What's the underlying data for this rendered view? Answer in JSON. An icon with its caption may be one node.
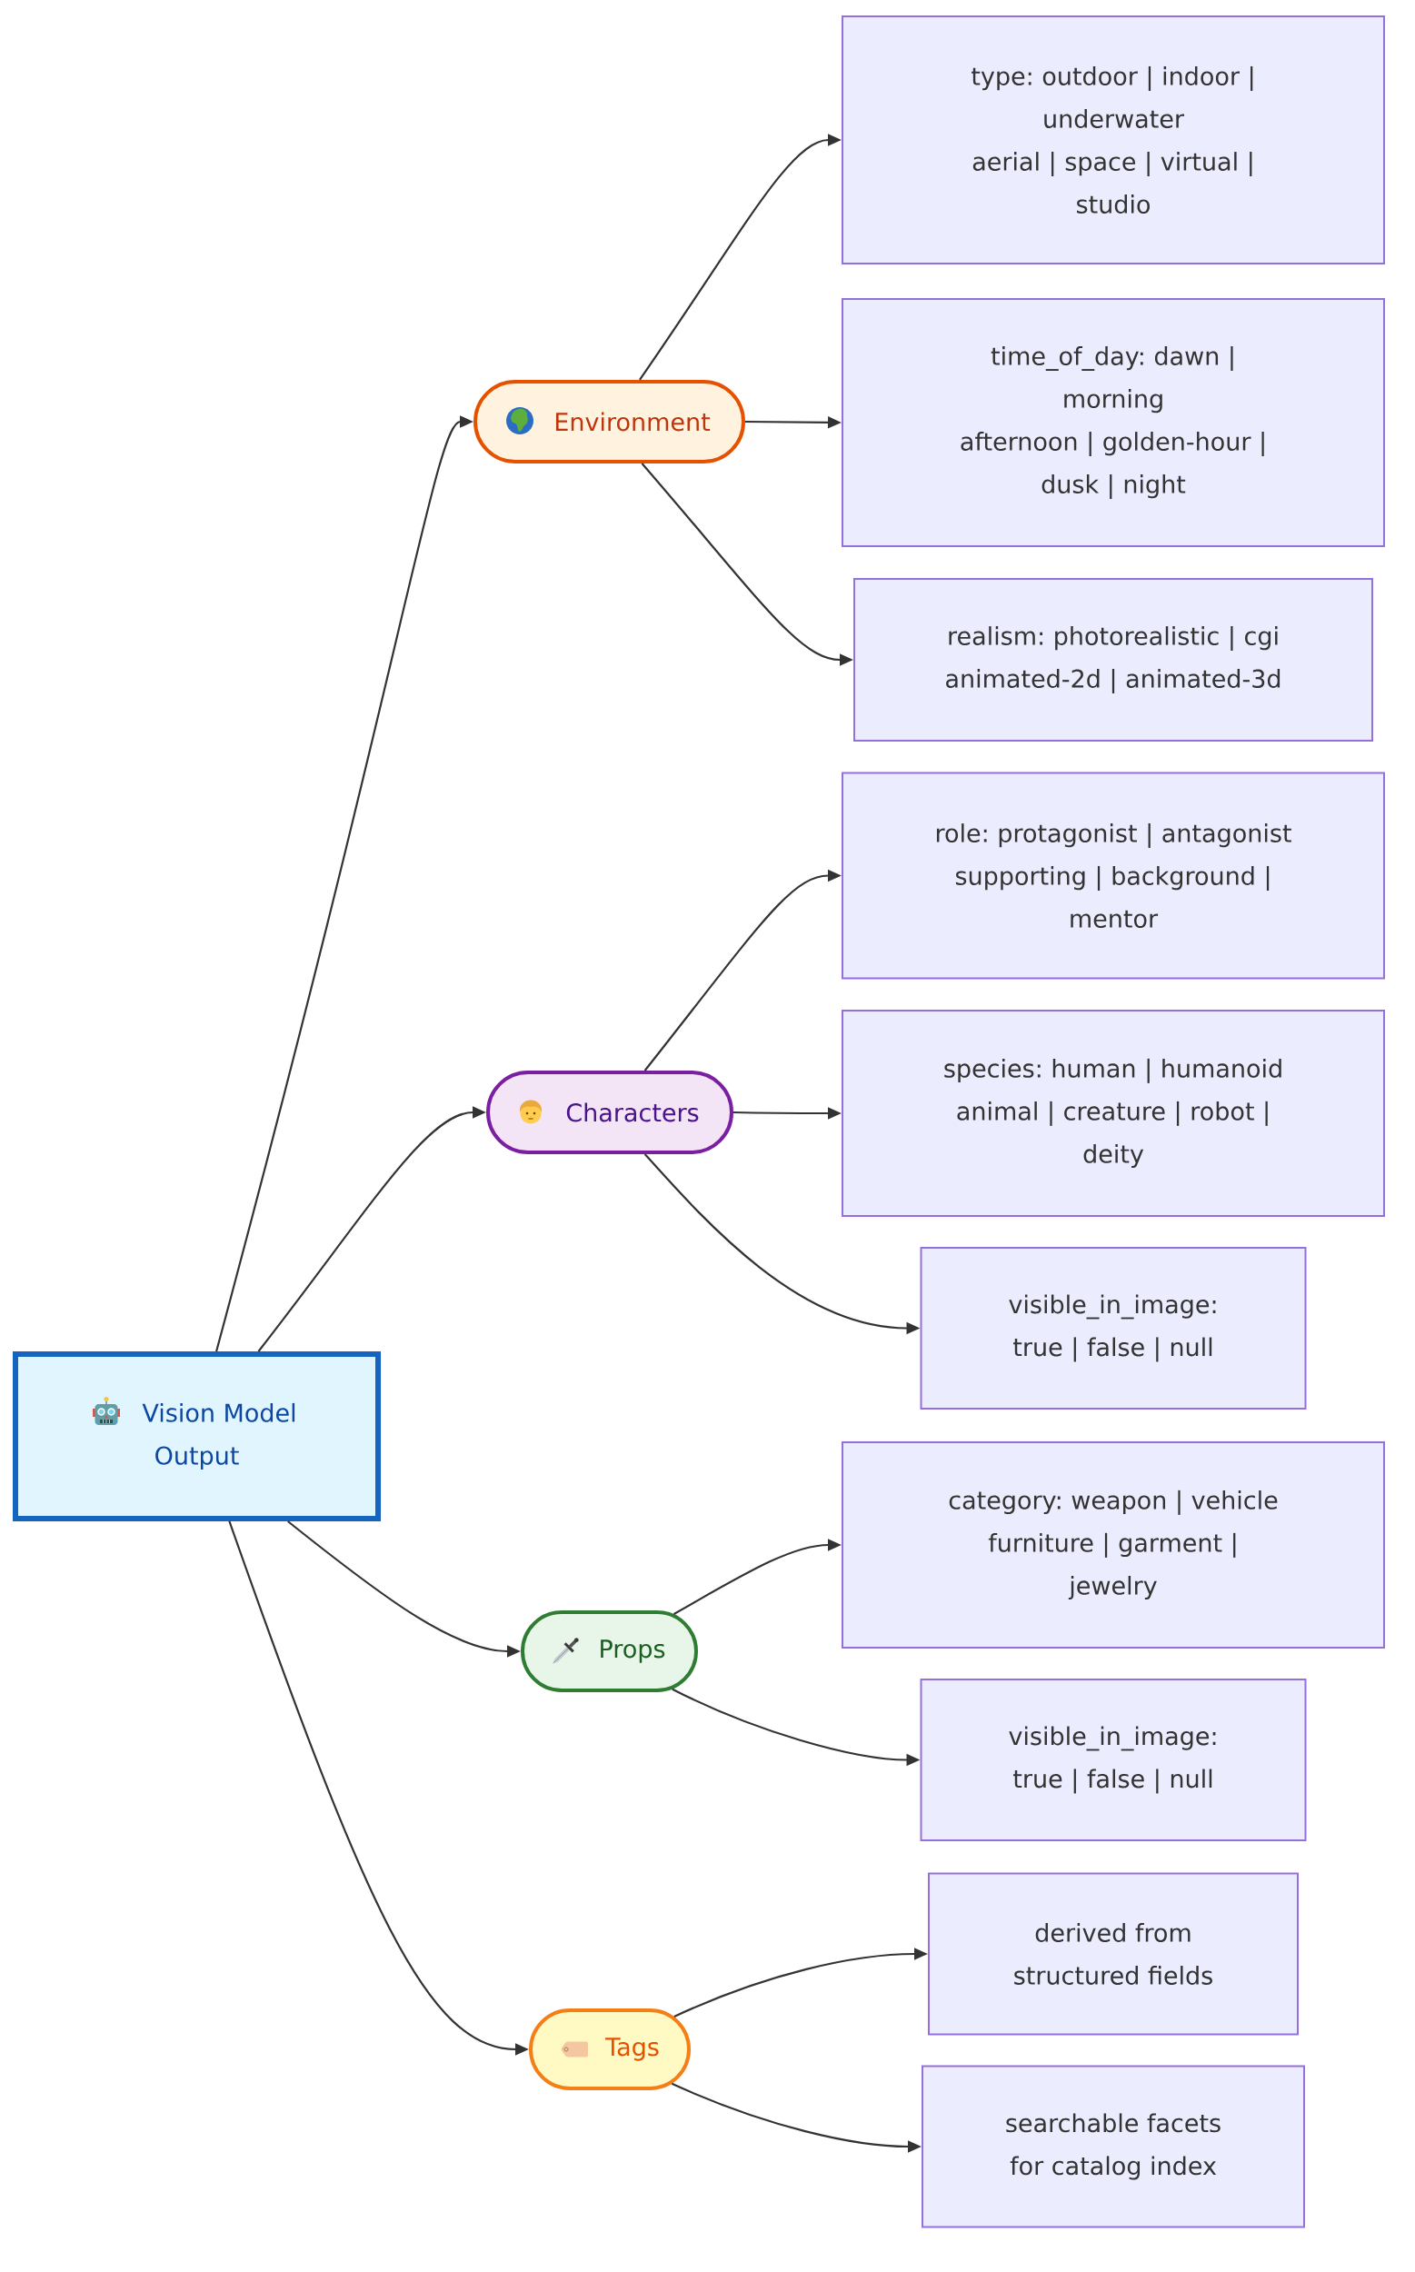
{
  "diagram": {
    "nodes": [
      {
        "text": [
          "Vision Model Output"
        ]
      },
      {
        "text": [
          "Environment"
        ]
      },
      {
        "text": [
          "type: outdoor | indoor | underwater",
          "aerial | space | virtual | studio"
        ]
      },
      {
        "text": [
          "time_of_day: dawn | morning",
          "afternoon | golden-hour | dusk | night"
        ]
      },
      {
        "text": [
          "realism: photorealistic | cgi",
          "animated-2d | animated-3d"
        ]
      },
      {
        "text": [
          "Characters"
        ]
      },
      {
        "text": [
          "role: protagonist | antagonist",
          "supporting | background | mentor"
        ]
      },
      {
        "text": [
          "species: human | humanoid",
          "animal | creature | robot | deity"
        ]
      },
      {
        "text": [
          "visible_in_image: true | false | null"
        ]
      },
      {
        "text": [
          "Props"
        ]
      },
      {
        "text": [
          "category: weapon | vehicle",
          "furniture | garment | jewelry"
        ]
      },
      {
        "text": [
          "visible_in_image: true | false | null"
        ]
      },
      {
        "text": [
          "Tags"
        ]
      },
      {
        "text": [
          "derived from structured fields"
        ]
      },
      {
        "text": [
          "searchable facets for catalog index"
        ]
      }
    ],
    "edges": [
      {
        "from": 0,
        "to": 1,
        "arrow": "to"
      },
      {
        "from": 0,
        "to": 5,
        "arrow": "to"
      },
      {
        "from": 0,
        "to": 9,
        "arrow": "to"
      },
      {
        "from": 0,
        "to": 12,
        "arrow": "to"
      },
      {
        "from": 1,
        "to": 2,
        "arrow": "to"
      },
      {
        "from": 1,
        "to": 3,
        "arrow": "to"
      },
      {
        "from": 1,
        "to": 4,
        "arrow": "to"
      },
      {
        "from": 5,
        "to": 6,
        "arrow": "to"
      },
      {
        "from": 5,
        "to": 7,
        "arrow": "to"
      },
      {
        "from": 5,
        "to": 8,
        "arrow": "to"
      },
      {
        "from": 9,
        "to": 10,
        "arrow": "to"
      },
      {
        "from": 9,
        "to": 11,
        "arrow": "to"
      },
      {
        "from": 12,
        "to": 13,
        "arrow": "to"
      },
      {
        "from": 12,
        "to": 14,
        "arrow": "to"
      }
    ]
  }
}
